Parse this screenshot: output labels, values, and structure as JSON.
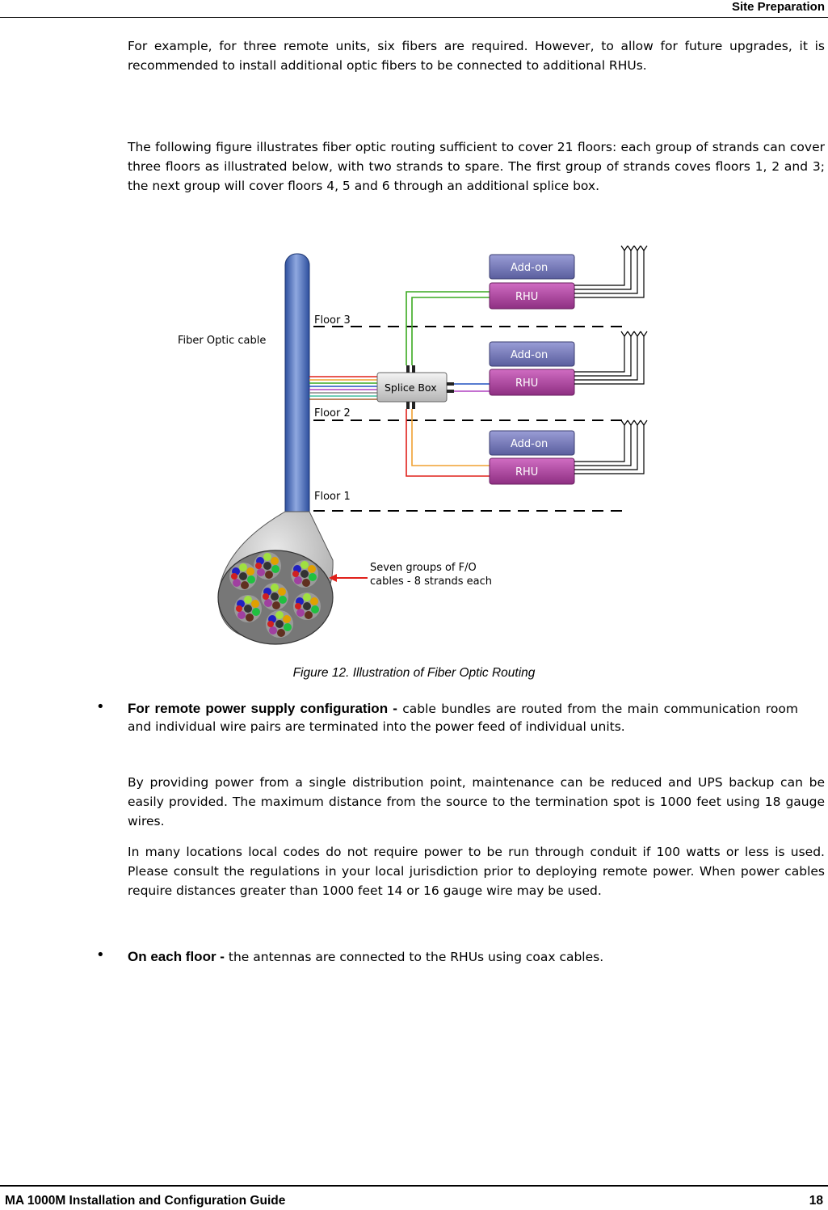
{
  "header": {
    "title": "Site Preparation"
  },
  "paragraphs": {
    "p1": "For example, for three remote units, six fibers are required. However, to allow for future upgrades, it is recommended to install additional optic fibers to be connected to additional RHUs.",
    "p2": "The following figure illustrates fiber optic routing sufficient to cover 21 floors: each group of strands can cover three floors as illustrated below, with two strands to spare. The first group of strands coves floors 1, 2 and 3; the next group will cover floors 4, 5 and 6 through an additional splice box."
  },
  "figure": {
    "fiber_label": "Fiber Optic cable",
    "floor3": "Floor 3",
    "floor2": "Floor 2",
    "floor1": "Floor 1",
    "splice_box": "Splice Box",
    "addon": "Add-on",
    "rhu": "RHU",
    "groups_label_1": "Seven groups of F/O",
    "groups_label_2": "cables - 8 strands each",
    "caption": "Figure 12. Illustration of Fiber Optic Routing"
  },
  "bullets": {
    "b1_lead": "For remote power supply configuration -",
    "b1_text": " cable bundles are routed from the main communication room and individual wire pairs are terminated into the power feed of individual units.",
    "p3": "By providing power from a single distribution point, maintenance can be reduced and UPS backup can be easily provided. The maximum distance from the source to the termination spot is 1000 feet using 18 gauge wires.",
    "p4": "In many locations local codes do not require power to be run through conduit if 100 watts or less is used.  Please consult the regulations in your local jurisdiction prior to deploying remote power.  When power cables require distances greater than 1000 feet 14 or 16 gauge wire may be used.",
    "b2_lead": "On each floor -",
    "b2_text": " the antennas are connected to the RHUs using coax cables.",
    "dot": "•"
  },
  "footer": {
    "left": "MA 1000M Installation and Configuration Guide",
    "page": "18"
  },
  "colors": {
    "fiber_blue": "#4a6fc0",
    "addon_purple": "#6e72b0",
    "rhu_magenta": "#a8449a",
    "red": "#e0201a",
    "orange": "#f0a030",
    "green": "#3aaa20"
  }
}
